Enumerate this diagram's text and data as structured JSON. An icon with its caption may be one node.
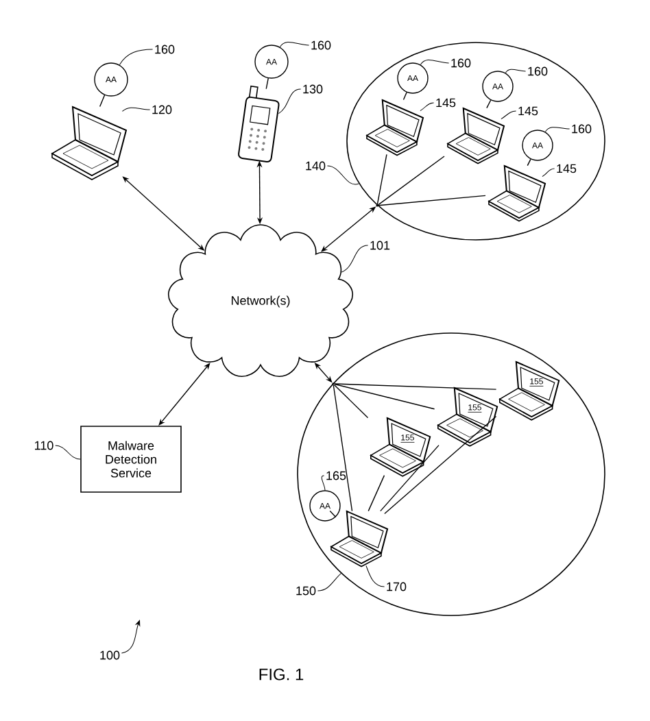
{
  "diagram": {
    "caption": "FIG. 1",
    "nodes": [
      {
        "text": [
          "Network(s)"
        ]
      },
      {
        "text": [],
        "shape": "laptop"
      },
      {
        "text": [
          "AA"
        ]
      },
      {
        "text": [],
        "shape": "phone"
      },
      {
        "text": [
          "AA"
        ]
      },
      {
        "text": [],
        "shape": "ellipse"
      },
      {
        "text": [],
        "shape": "laptop",
        "in": 5
      },
      {
        "text": [
          "AA"
        ],
        "in": 5
      },
      {
        "text": [],
        "shape": "laptop",
        "in": 5
      },
      {
        "text": [
          "AA"
        ],
        "in": 5
      },
      {
        "text": [],
        "shape": "laptop",
        "in": 5
      },
      {
        "text": [
          "AA"
        ],
        "in": 5
      },
      {
        "text": [],
        "shape": "point"
      },
      {
        "text": [],
        "shape": "ellipse"
      },
      {
        "text": [
          "155"
        ],
        "in": 13
      },
      {
        "text": [
          "155"
        ],
        "in": 13
      },
      {
        "text": [
          "155"
        ],
        "in": 13
      },
      {
        "text": [],
        "shape": "laptop",
        "in": 13
      },
      {
        "text": [
          "AA"
        ],
        "in": 13
      },
      {
        "text": [],
        "shape": "point"
      },
      {
        "text": [
          "Malware Detection Service"
        ]
      },
      {
        "text": [
          "160"
        ]
      },
      {
        "text": [
          "120"
        ]
      },
      {
        "text": [
          "160"
        ]
      },
      {
        "text": [
          "130"
        ]
      },
      {
        "text": [
          "160"
        ],
        "in": 5
      },
      {
        "text": [
          "145"
        ],
        "in": 5
      },
      {
        "text": [
          "160"
        ],
        "in": 5
      },
      {
        "text": [
          "145"
        ],
        "in": 5
      },
      {
        "text": [
          "160"
        ],
        "in": 5
      },
      {
        "text": [
          "145"
        ],
        "in": 5
      },
      {
        "text": [
          "140"
        ]
      },
      {
        "text": [
          "101"
        ]
      },
      {
        "text": [
          "110"
        ]
      },
      {
        "text": [
          "165"
        ],
        "in": 13
      },
      {
        "text": [
          "150"
        ]
      },
      {
        "text": [
          "170"
        ],
        "in": 13
      },
      {
        "text": [
          "100"
        ]
      }
    ],
    "edges": [
      {
        "from": 1,
        "to": 0,
        "arrow": "both"
      },
      {
        "from": 3,
        "to": 0,
        "arrow": "both"
      },
      {
        "from": 12,
        "to": 0,
        "arrow": "both"
      },
      {
        "from": 19,
        "to": 0,
        "arrow": "both"
      },
      {
        "from": 20,
        "to": 0,
        "arrow": "both"
      },
      {
        "from": 2,
        "to": 1,
        "arrow": "none"
      },
      {
        "from": 4,
        "to": 3,
        "arrow": "none"
      },
      {
        "from": 7,
        "to": 6,
        "arrow": "none"
      },
      {
        "from": 9,
        "to": 8,
        "arrow": "none"
      },
      {
        "from": 11,
        "to": 10,
        "arrow": "none"
      },
      {
        "from": 12,
        "to": 6,
        "arrow": "none"
      },
      {
        "from": 12,
        "to": 8,
        "arrow": "none"
      },
      {
        "from": 12,
        "to": 10,
        "arrow": "none"
      },
      {
        "from": 19,
        "to": 16,
        "arrow": "none"
      },
      {
        "from": 19,
        "to": 15,
        "arrow": "none"
      },
      {
        "from": 19,
        "to": 14,
        "arrow": "none"
      },
      {
        "from": 19,
        "to": 17,
        "arrow": "none"
      },
      {
        "from": 17,
        "to": 14,
        "arrow": "none"
      },
      {
        "from": 17,
        "to": 15,
        "arrow": "none"
      },
      {
        "from": 17,
        "to": 16,
        "arrow": "none"
      },
      {
        "from": 18,
        "to": 17,
        "arrow": "none"
      },
      {
        "from": 21,
        "to": 2,
        "arrow": "none"
      },
      {
        "from": 22,
        "to": 1,
        "arrow": "none"
      },
      {
        "from": 23,
        "to": 4,
        "arrow": "none"
      },
      {
        "from": 24,
        "to": 3,
        "arrow": "none"
      },
      {
        "from": 25,
        "to": 7,
        "arrow": "none"
      },
      {
        "from": 26,
        "to": 6,
        "arrow": "none"
      },
      {
        "from": 27,
        "to": 9,
        "arrow": "none"
      },
      {
        "from": 28,
        "to": 8,
        "arrow": "none"
      },
      {
        "from": 29,
        "to": 11,
        "arrow": "none"
      },
      {
        "from": 30,
        "to": 10,
        "arrow": "none"
      },
      {
        "from": 31,
        "to": 5,
        "arrow": "none"
      },
      {
        "from": 32,
        "to": 0,
        "arrow": "none"
      },
      {
        "from": 33,
        "to": 20,
        "arrow": "none"
      },
      {
        "from": 34,
        "to": 18,
        "arrow": "none"
      },
      {
        "from": 35,
        "to": 13,
        "arrow": "none"
      },
      {
        "from": 36,
        "to": 17,
        "arrow": "none"
      },
      {
        "from": 37,
        "to": null,
        "arrow": "to"
      }
    ]
  }
}
